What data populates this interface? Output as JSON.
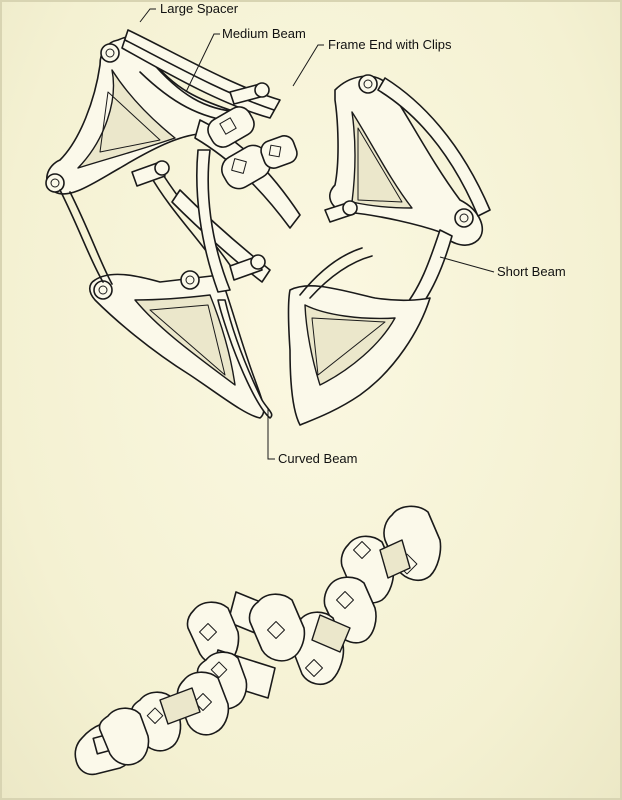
{
  "labels": {
    "large_spacer": "Large Spacer",
    "medium_beam": "Medium Beam",
    "frame_end_with_clips": "Frame End with Clips",
    "short_beam": "Short Beam",
    "curved_beam": "Curved Beam"
  },
  "colors": {
    "background": "#f6f3d6",
    "line": "#1a1a1a",
    "part_face": "#fbf9ea",
    "part_shade": "#ebe7cb"
  }
}
